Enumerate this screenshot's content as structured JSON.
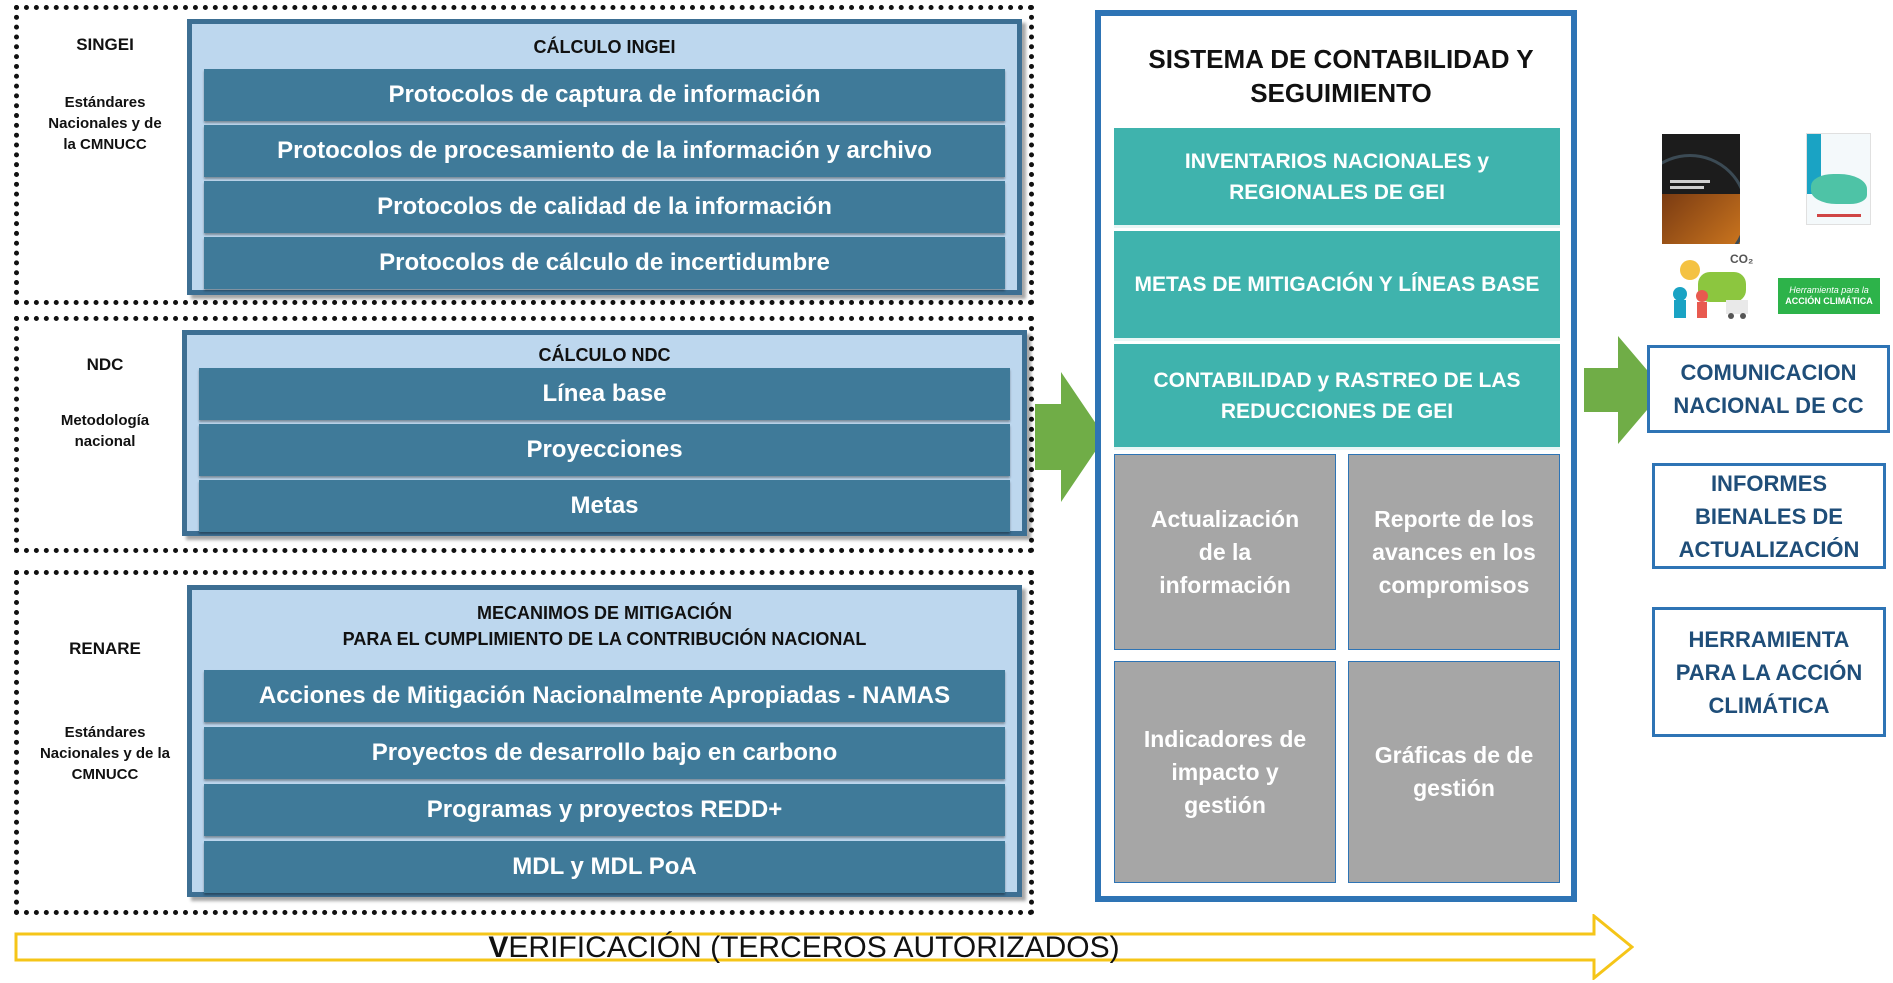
{
  "groups": [
    {
      "side_title": "SINGEI",
      "side_sub": "Estándares Nacionales y de la CMNUCC",
      "panel_title": "CÁLCULO INGEI",
      "rows": [
        "Protocolos de captura de información",
        "Protocolos de procesamiento de la información y archivo",
        "Protocolos de calidad de la información",
        "Protocolos de cálculo de incertidumbre"
      ]
    },
    {
      "side_title": "NDC",
      "side_sub": "Metodología nacional",
      "panel_title": "CÁLCULO NDC",
      "rows": [
        "Línea base",
        "Proyecciones",
        "Metas"
      ]
    },
    {
      "side_title": "RENARE",
      "side_sub": "Estándares Nacionales y de la CMNUCC",
      "panel_title_1": "MECANIMOS DE MITIGACIÓN",
      "panel_title_2": "PARA EL CUMPLIMIENTO DE LA CONTRIBUCIÓN NACIONAL",
      "rows": [
        "Acciones de Mitigación Nacionalmente Apropiadas - NAMAS",
        "Proyectos de desarrollo bajo en carbono",
        "Programas y proyectos REDD+",
        "MDL y MDL PoA"
      ]
    }
  ],
  "system": {
    "title": "SISTEMA DE CONTABILIDAD Y SEGUIMIENTO",
    "teal_items": [
      "INVENTARIOS NACIONALES y REGIONALES DE GEI",
      "METAS DE MITIGACIÓN Y LÍNEAS BASE",
      "CONTABILIDAD y RASTREO DE LAS REDUCCIONES DE GEI"
    ],
    "gray_items": [
      "Actualización de la información",
      "Reporte de los avances en los compromisos",
      "Indicadores de impacto y gestión",
      "Gráficas de  de gestión"
    ]
  },
  "outputs": [
    "COMUNICACION NACIONAL DE CC",
    "INFORMES BIENALES DE ACTUALIZACIÓN",
    "HERRAMIENTA PARA LA ACCIÓN CLIMÁTICA"
  ],
  "thumbnails": {
    "badge_line1": "Herramienta para la",
    "badge_line2": "ACCIÓN CLIMÁTICA",
    "co2_label": "CO₂"
  },
  "verification": {
    "initial": "V",
    "rest": "ERIFICACIÓN (TERCEROS AUTORIZADOS)"
  },
  "colors": {
    "panel_bg": "#bdd7ee",
    "bar": "#3f7a99",
    "teal": "#3fb3ad",
    "gray": "#a6a6a6",
    "frame_blue": "#2e74b5",
    "arrow_green": "#70ad47",
    "banner_yellow": "#f5c518"
  }
}
